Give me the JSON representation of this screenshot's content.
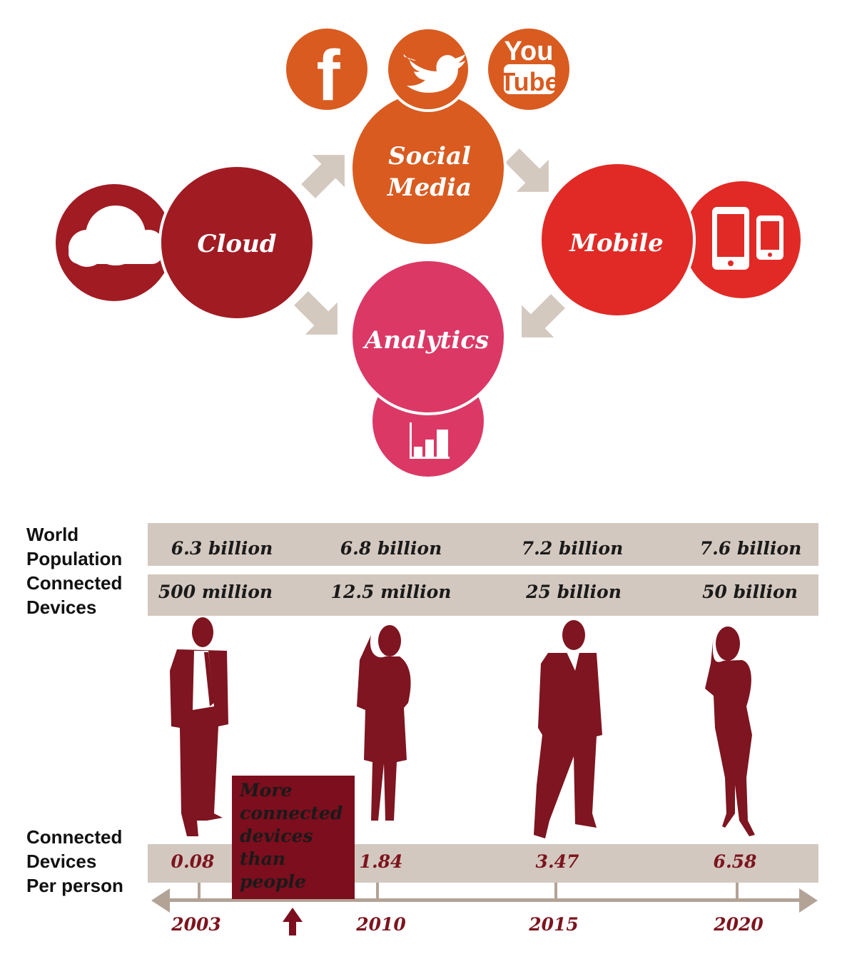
{
  "hubs": {
    "cloud": "Cloud",
    "social_line1": "Social",
    "social_line2": "Media",
    "mobile": "Mobile",
    "analytics": "Analytics"
  },
  "icons": {
    "facebook": "f",
    "youtube_line1": "You",
    "youtube_line2": "Tube"
  },
  "row_labels": {
    "world_population": [
      "World",
      "Population"
    ],
    "connected_devices": [
      "Connected",
      "Devices"
    ],
    "per_person": [
      "Connected",
      "Devices",
      "Per person"
    ]
  },
  "world_population": [
    "6.3 billion",
    "6.8 billion",
    "7.2 billion",
    "7.6 billion"
  ],
  "connected_devices": [
    "500 million",
    "12.5 million",
    "25 billion",
    "50 billion"
  ],
  "per_person": [
    "0.08",
    "1.84",
    "3.47",
    "6.58"
  ],
  "years": [
    "2003",
    "2010",
    "2015",
    "2020"
  ],
  "callout": [
    "More",
    "connected",
    "devices",
    "than",
    "people"
  ],
  "colors": {
    "cloud": "#a11b23",
    "social": "#d95b20",
    "mobile": "#e12a25",
    "analytics": "#db3866",
    "arrow": "#d4c9bf",
    "band": "#d3c8bf",
    "maroon": "#7e1420"
  }
}
